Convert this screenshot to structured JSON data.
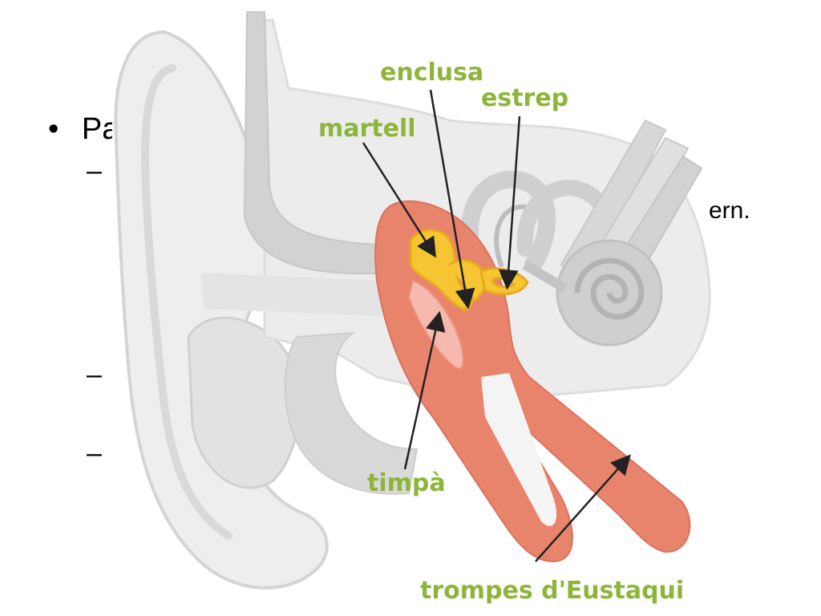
{
  "slide": {
    "bullet_symbol": "•",
    "bullet_visible_text": "Pa",
    "dashes": [
      "–",
      "–",
      "–"
    ],
    "line_fragment": "ern."
  },
  "diagram": {
    "labels": {
      "enclusa": "enclusa",
      "estrep": "estrep",
      "martell": "martell",
      "timpa": "timpà",
      "trompes": "trompes d'Eustaqui"
    },
    "colors": {
      "label_green": "#8db53a",
      "ear_grey": "#eeeeee",
      "ear_outline": "#d4d4d4",
      "canal_grey": "#d6d6d6",
      "cavity_pink": "#e9846c",
      "bone_yellow": "#f6c632",
      "arrow": "#222222"
    }
  }
}
